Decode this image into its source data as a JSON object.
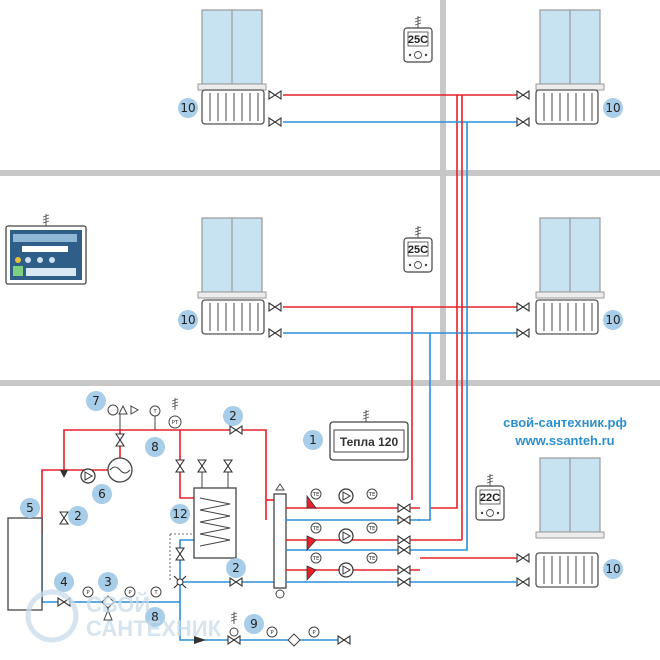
{
  "watermark": {
    "line1": "СВОЙ",
    "line2": "САНТЕХНИК"
  },
  "site": {
    "line1": "свой-сантехник.рф",
    "line2": "www.ssanteh.ru"
  },
  "thermostats": {
    "top": "25C",
    "middle": "25C",
    "bottom": "22C"
  },
  "controller": {
    "number": "1",
    "label": "Тепла 120"
  },
  "callouts": {
    "radiator": "10",
    "boiler": "5",
    "valve_2": "2",
    "pump_6": "6",
    "group_7": "7",
    "thermometer_8": "8",
    "filter_3": "3",
    "valve_4": "4",
    "makeup_9": "9",
    "tank_12": "12"
  },
  "gauges": {
    "pressure": "P",
    "temperature": "T",
    "pt": "PT",
    "te": "TE"
  },
  "colors": {
    "supply": "#e8202a",
    "return": "#2a8fd8",
    "wall": "#c8c8c8",
    "callout": "#a7cde8",
    "window": "#c7e3f2"
  }
}
